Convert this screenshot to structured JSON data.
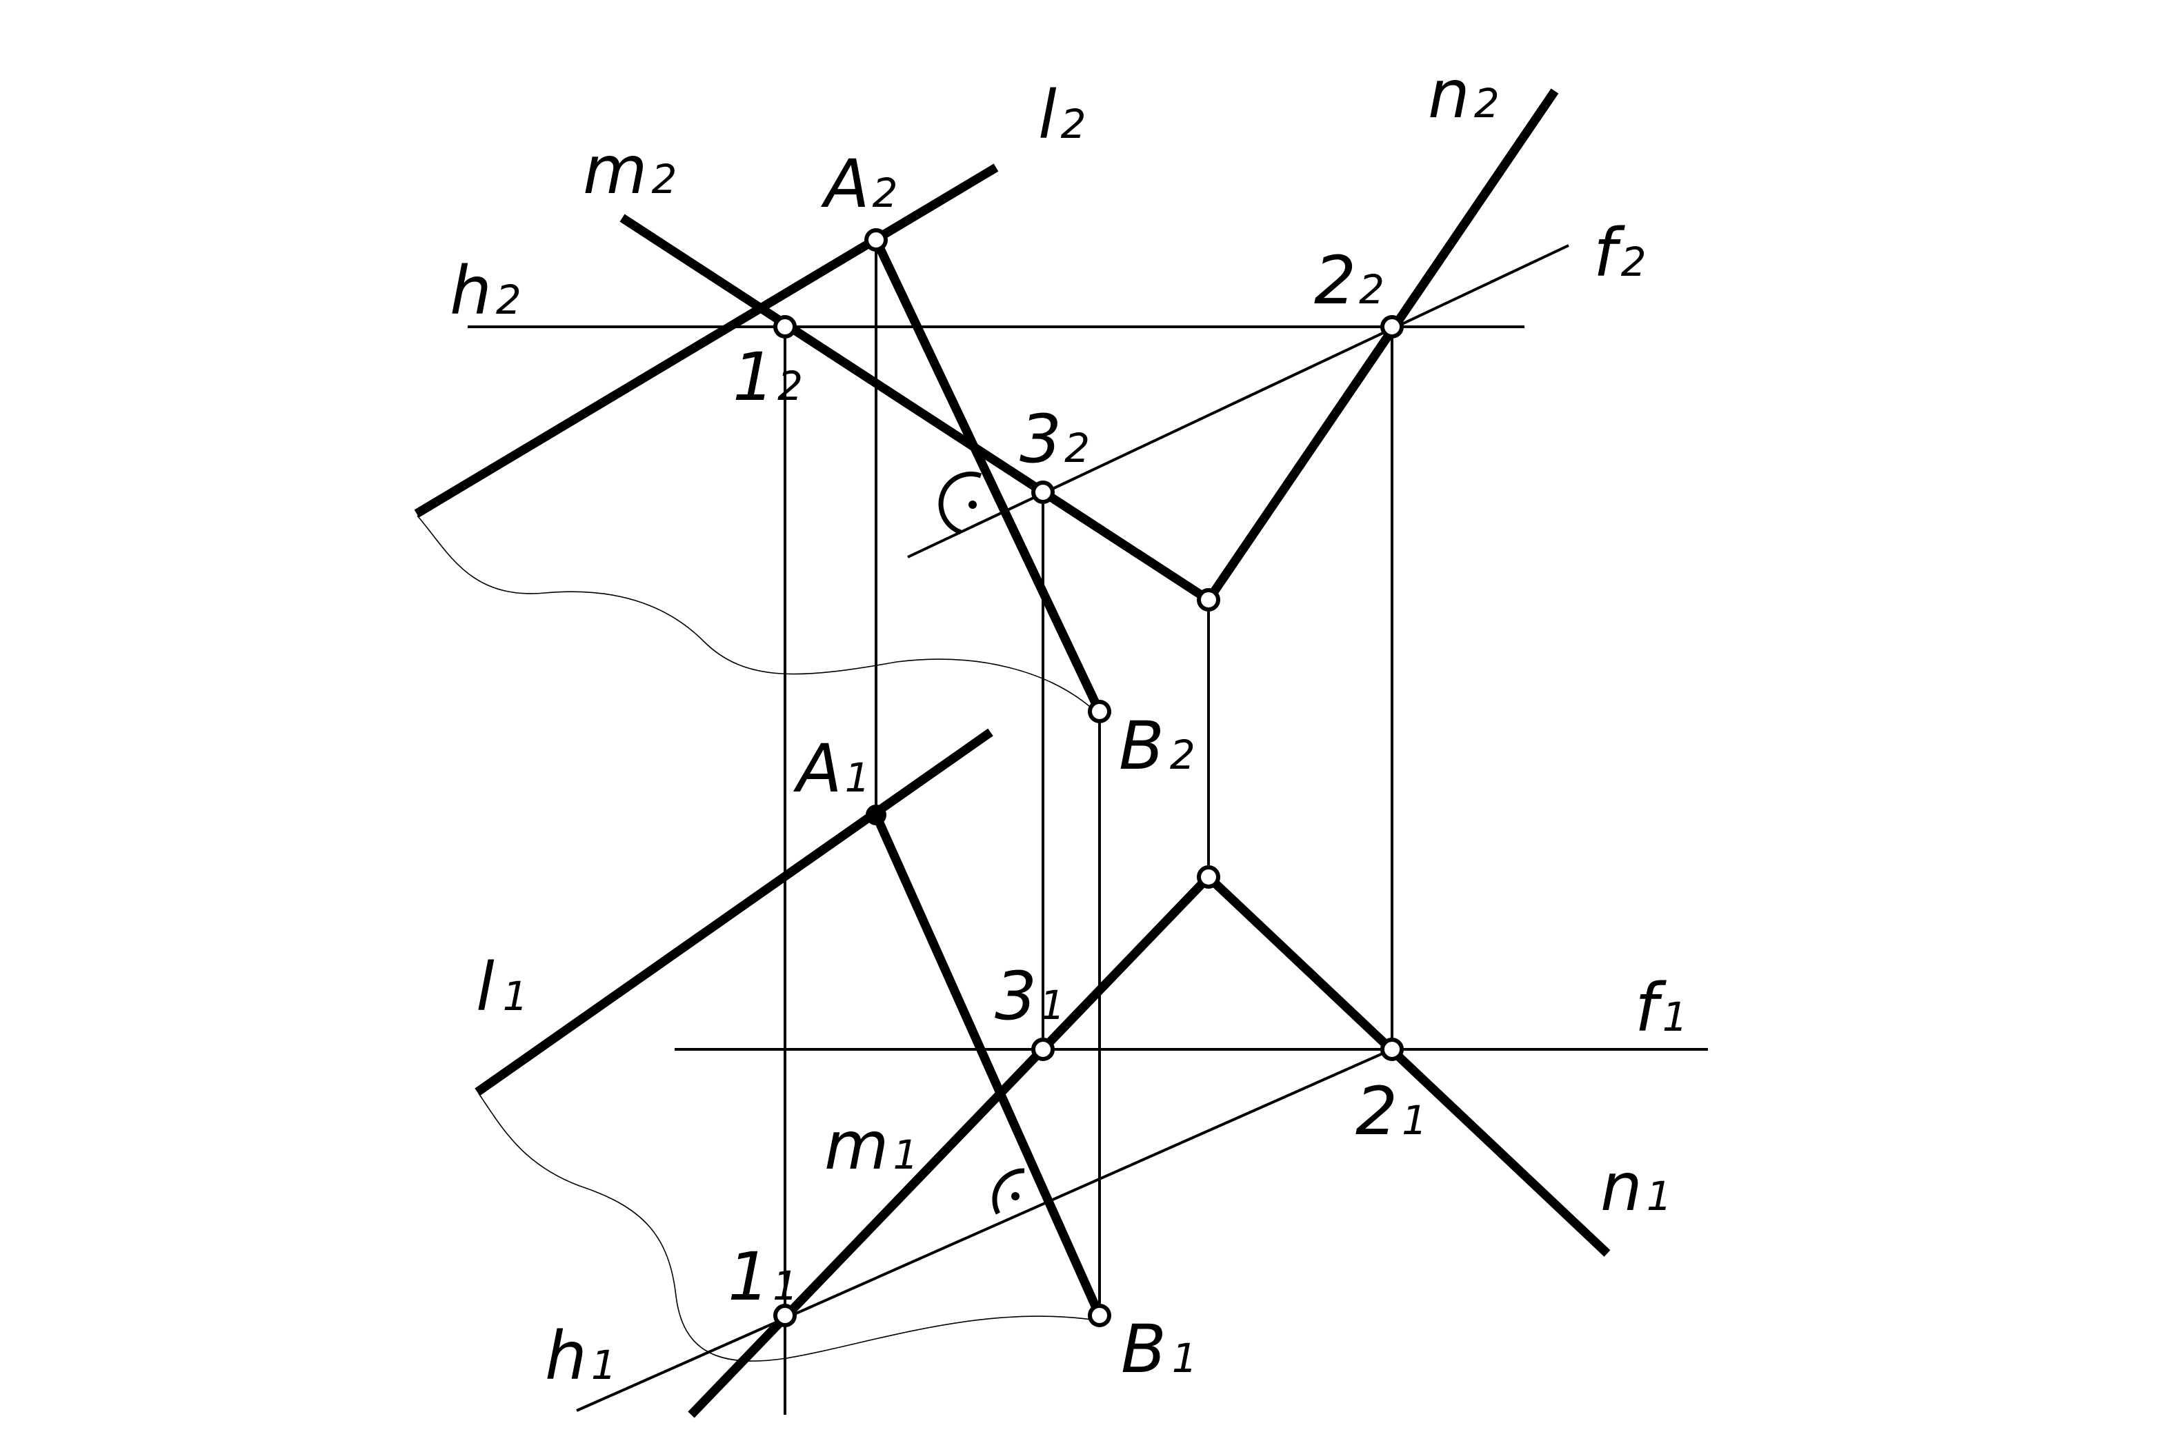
{
  "labels": {
    "l2": {
      "main": "l",
      "sub": "2"
    },
    "m2": {
      "main": "m",
      "sub": "2"
    },
    "A2": {
      "main": "A",
      "sub": "2"
    },
    "n2": {
      "main": "n",
      "sub": "2"
    },
    "h2": {
      "main": "h",
      "sub": "2"
    },
    "f2": {
      "main": "f",
      "sub": "2"
    },
    "p22": {
      "main": "2",
      "sub": "2"
    },
    "p12": {
      "main": "1",
      "sub": "2"
    },
    "p32": {
      "main": "3",
      "sub": "2"
    },
    "B2": {
      "main": "B",
      "sub": "2"
    },
    "A1": {
      "main": "A",
      "sub": "1"
    },
    "l1": {
      "main": "l",
      "sub": "1"
    },
    "p31": {
      "main": "3",
      "sub": "1"
    },
    "f1": {
      "main": "f",
      "sub": "1"
    },
    "p21": {
      "main": "2",
      "sub": "1"
    },
    "m1": {
      "main": "m",
      "sub": "1"
    },
    "n1": {
      "main": "n",
      "sub": "1"
    },
    "p11": {
      "main": "1",
      "sub": "1"
    },
    "h1": {
      "main": "h",
      "sub": "1"
    },
    "B1": {
      "main": "B",
      "sub": "1"
    }
  }
}
